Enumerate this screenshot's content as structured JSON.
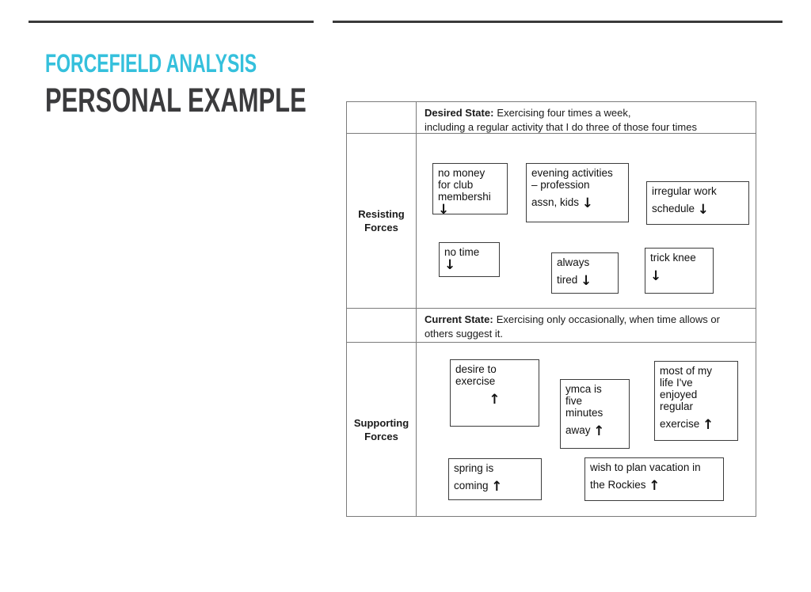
{
  "header": {
    "subtitle": "FORCEFIELD ANALYSIS",
    "title": "PERSONAL EXAMPLE"
  },
  "colors": {
    "accent_cyan": "#35C0DC",
    "heading_gray": "#3B3B3D",
    "rule_gray": "#3A3A3A",
    "grid_border": "#7B7B7B",
    "box_border": "#3C3C3C"
  },
  "table": {
    "desired_state": {
      "label": "Desired State:",
      "line1": "Exercising four times a week,",
      "line2": "including a regular activity that I do three of those four times"
    },
    "current_state": {
      "label": "Current State:",
      "line1": "Exercising only occasionally, when time allows or",
      "line2": "others suggest it."
    },
    "resisting": {
      "label": [
        "Resisting",
        "Forces"
      ],
      "boxes": [
        {
          "name": "no-money",
          "lines": [
            "no money",
            "for club",
            "membershi↓"
          ]
        },
        {
          "name": "evening-activities",
          "lines": [
            "evening activities",
            "– profession",
            "",
            "assn, kids ↓"
          ]
        },
        {
          "name": "irregular-work",
          "lines": [
            "irregular work",
            "",
            "schedule ↓"
          ]
        },
        {
          "name": "no-time",
          "lines": [
            "no time",
            "↓"
          ]
        },
        {
          "name": "always-tired",
          "lines": [
            "always",
            "",
            "tired ↓"
          ]
        },
        {
          "name": "trick-knee",
          "lines": [
            "trick knee",
            "",
            "↓"
          ]
        }
      ]
    },
    "supporting": {
      "label": [
        "Supporting",
        "Forces"
      ],
      "boxes": [
        {
          "name": "desire-to-exercise",
          "lines": [
            "desire to",
            "exercise",
            "",
            "↑"
          ]
        },
        {
          "name": "ymca-five-minutes-away",
          "lines": [
            "ymca is",
            "five",
            "minutes",
            "",
            "away ↑"
          ]
        },
        {
          "name": "enjoyed-regular-exercise",
          "lines": [
            "most of my",
            "life I've",
            "enjoyed",
            "regular",
            "",
            "exercise ↑"
          ]
        },
        {
          "name": "spring-is-coming",
          "lines": [
            "spring is",
            "",
            "coming ↑"
          ]
        },
        {
          "name": "vacation-rockies",
          "lines": [
            "wish to plan vacation in",
            "",
            "the Rockies ↑"
          ]
        }
      ]
    }
  }
}
